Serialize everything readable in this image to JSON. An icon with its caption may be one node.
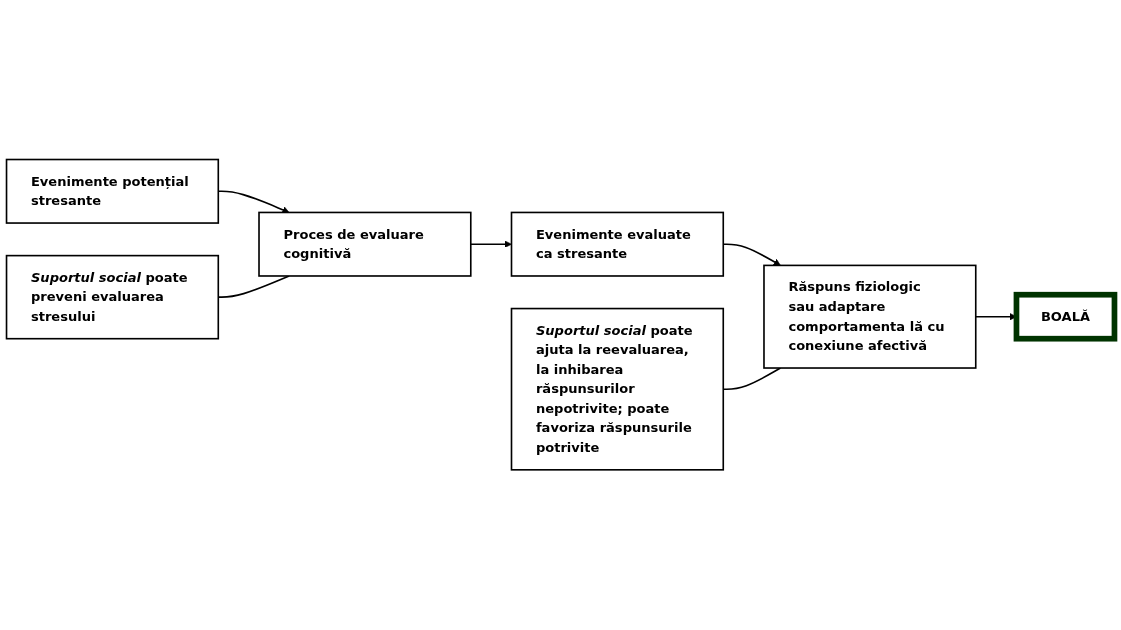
{
  "diagram": {
    "nodes": [
      {
        "text": [
          "*Suportul social* poate ajuta la reevaluarea, la inhibarea răspunsurilor nepotrivite; poate favoriza răspunsurile potrivite"
        ]
      },
      {
        "text": [
          "*Suportul social* poate preveni evaluarea stresului"
        ]
      },
      {
        "text": [
          "Evenimente potențial stresante"
        ]
      },
      {
        "text": [
          "Proces de evaluare cognitivă"
        ]
      },
      {
        "text": [
          "Evenimente evaluate ca stresante"
        ]
      },
      {
        "text": [
          "Răspuns fiziologic sau adaptare comportamenta lă cu conexiune afectivă"
        ]
      },
      {
        "text": [
          "BOALĂ"
        ]
      }
    ],
    "edges": [
      {
        "from": 2,
        "to": 3,
        "arrow": "to"
      },
      {
        "from": 3,
        "to": 4,
        "arrow": "to"
      },
      {
        "from": 4,
        "to": 5,
        "arrow": "to"
      },
      {
        "from": 5,
        "to": 6,
        "arrow": "to"
      },
      {
        "from": 1,
        "to": 3,
        "arrow": "none"
      },
      {
        "from": 0,
        "to": 5,
        "arrow": "none"
      }
    ]
  }
}
